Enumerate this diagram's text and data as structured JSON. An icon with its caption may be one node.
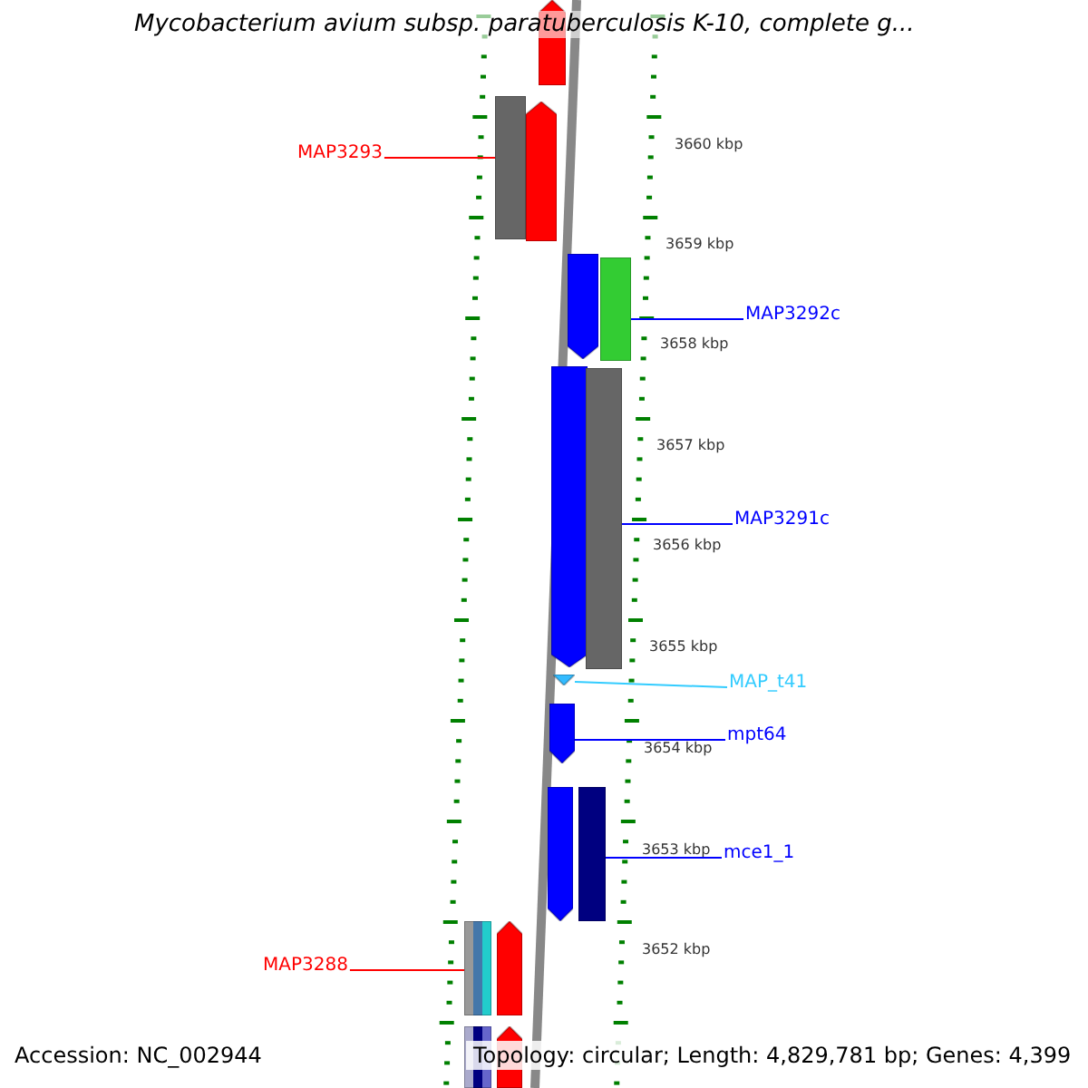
{
  "diagram": {
    "title": "Mycobacterium avium subsp. paratuberculosis K-10, complete g...",
    "nodes": [
      {
        "text": [],
        "shape": "arrow"
      },
      {
        "text": [],
        "shape": "bar"
      },
      {
        "text": [],
        "shape": "arrow"
      },
      {
        "text": [],
        "shape": "arrow"
      },
      {
        "text": [],
        "shape": "bar"
      },
      {
        "text": [],
        "shape": "arrow"
      },
      {
        "text": [],
        "shape": "bar"
      },
      {
        "text": [],
        "shape": "triangle"
      },
      {
        "text": [],
        "shape": "arrow"
      },
      {
        "text": [],
        "shape": "arrow"
      },
      {
        "text": [],
        "shape": "bar"
      },
      {
        "text": [],
        "shape": "bar"
      },
      {
        "text": [],
        "shape": "arrow"
      },
      {
        "text": [],
        "shape": "bar"
      },
      {
        "text": [],
        "shape": "arrow"
      },
      {
        "text": [
          "MAP3293"
        ]
      },
      {
        "text": [
          "MAP3292c"
        ]
      },
      {
        "text": [
          "MAP3291c"
        ]
      },
      {
        "text": [
          "MAP_t41"
        ]
      },
      {
        "text": [
          "mpt64"
        ]
      },
      {
        "text": [
          "mce1_1"
        ]
      },
      {
        "text": [
          "MAP3288"
        ]
      }
    ],
    "edges": [
      {
        "from": 15,
        "to": 1,
        "arrow": "none",
        "color": "#ff0000"
      },
      {
        "from": 16,
        "to": 4,
        "arrow": "none"
      },
      {
        "from": 17,
        "to": 6,
        "arrow": "none"
      },
      {
        "from": 18,
        "to": 7,
        "arrow": "none",
        "color": "#33ccff"
      },
      {
        "from": 19,
        "to": 8,
        "arrow": "none"
      },
      {
        "from": 20,
        "to": 10,
        "arrow": "none"
      },
      {
        "from": 21,
        "to": 11,
        "arrow": "none",
        "color": "#ff0000"
      }
    ],
    "labels": [
      "3660 kbp",
      "3659 kbp",
      "3658 kbp",
      "3657 kbp",
      "3656 kbp",
      "3655 kbp",
      "3654 kbp",
      "3653 kbp",
      "3652 kbp",
      "Accession: NC_002944",
      "Topology: circular; Length: 4,829,781 bp; Genes: 4,399"
    ]
  }
}
